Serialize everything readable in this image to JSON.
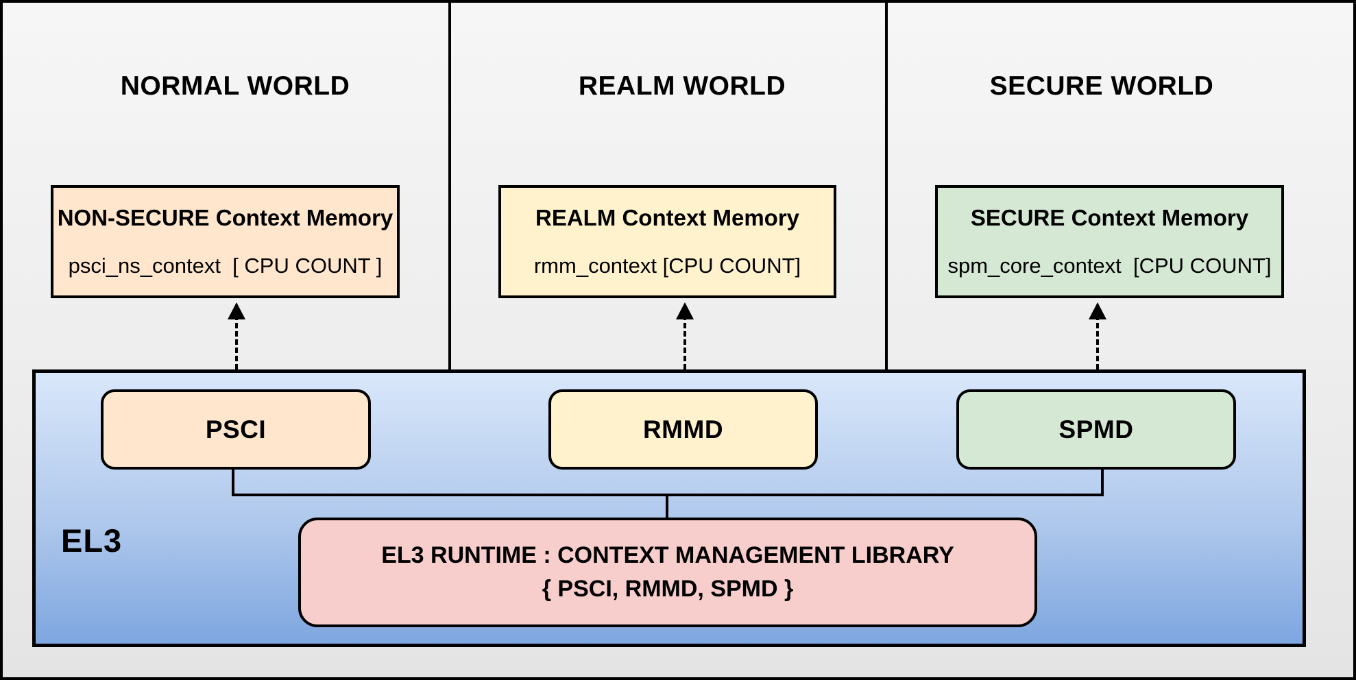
{
  "worlds": [
    {
      "title": "NORMAL WORLD",
      "memory": {
        "title": "NON-SECURE Context Memory",
        "subtitle": "psci_ns_context  [ CPU COUNT ]"
      }
    },
    {
      "title": "REALM WORLD",
      "memory": {
        "title": "REALM Context Memory",
        "subtitle": "rmm_context [CPU COUNT]"
      }
    },
    {
      "title": "SECURE WORLD",
      "memory": {
        "title": "SECURE Context Memory",
        "subtitle": "spm_core_context  [CPU COUNT]"
      }
    }
  ],
  "el3": {
    "label": "EL3",
    "dispatchers": [
      {
        "label": "PSCI"
      },
      {
        "label": "RMMD"
      },
      {
        "label": "SPMD"
      }
    ],
    "runtime": {
      "line1": "EL3 RUNTIME : CONTEXT MANAGEMENT LIBRARY",
      "line2": "{ PSCI, RMMD, SPMD }"
    }
  },
  "colors": {
    "non_secure_fill": "#FFE6CC",
    "realm_fill": "#FFF2CC",
    "secure_fill": "#D5E8D4",
    "runtime_fill": "#F8CECC",
    "el3_gradient_top": "#D9E7FA",
    "el3_gradient_bottom": "#7EA6E0",
    "outline": "#000000",
    "background": "#EFEFEF"
  }
}
